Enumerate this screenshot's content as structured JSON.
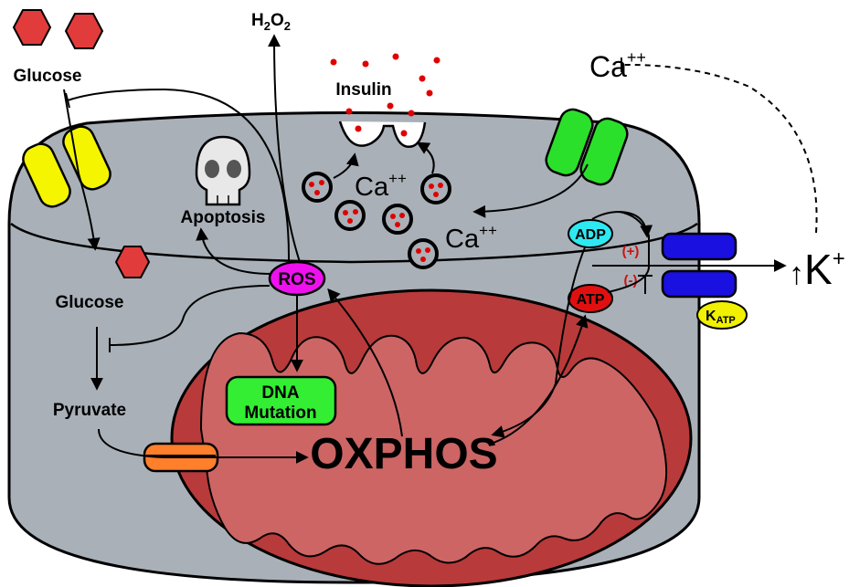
{
  "labels": {
    "glucose_outside": "Glucose",
    "glucose_inside": "Glucose",
    "h2o2": {
      "base": "H",
      "sub1": "2",
      "mid": "O",
      "sub2": "2"
    },
    "insulin": "Insulin",
    "calcium_outside": {
      "base": "Ca",
      "sup": "++"
    },
    "calcium_granules": {
      "base": "Ca",
      "sup": "++"
    },
    "calcium_cytosol": {
      "base": "Ca",
      "sup": "++"
    },
    "apoptosis": "Apoptosis",
    "ros": "ROS",
    "adp": "ADP",
    "atp": "ATP",
    "plus_sign": "(+)",
    "minus_sign": "(-)",
    "potassium": {
      "arrow": "↑",
      "base": "K",
      "sup": "+"
    },
    "katp": {
      "base": "K",
      "sub": "ATP"
    },
    "pyruvate": "Pyruvate",
    "dna_mutation": [
      "DNA",
      "Mutation"
    ],
    "oxphos": "OXPHOS"
  },
  "colors": {
    "cell": "#a9b0b8",
    "mitochondrion_outer": "#b93a3a",
    "mitochondrion_inner": "#cd6565",
    "glucose": "#e23b3b",
    "glut_channel": "#f5f500",
    "calcium_channel": "#2be02b",
    "katp_channel": "#1a10e0",
    "pyruvate_carrier": "#ff7f2a",
    "ros": "#ee11ee",
    "adp": "#2ee8f2",
    "atp": "#e01010",
    "dna_mutation": "#33ee33",
    "katp_label": "#f0f000",
    "regulation_text": "#cc1111",
    "insulin_dots": "#e00000"
  }
}
